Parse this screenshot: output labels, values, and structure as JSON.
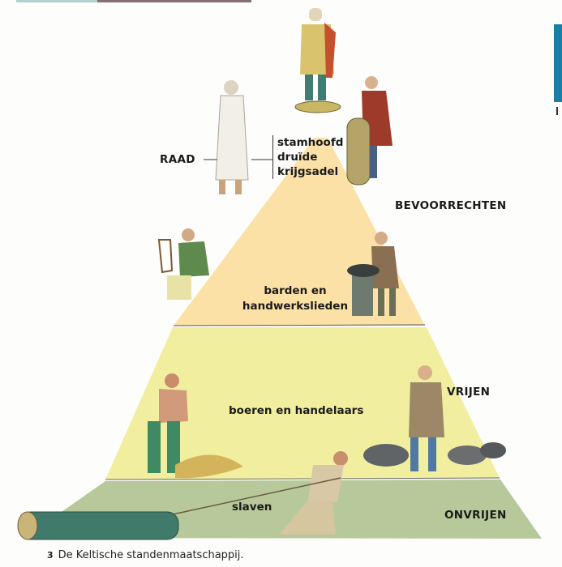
{
  "figure": {
    "number": "3",
    "caption": "De Keltische standenmaatschappij."
  },
  "council": {
    "label": "RAAD",
    "members": [
      "stamhoofd",
      "druïde",
      "krijgsadel"
    ]
  },
  "tiers": [
    {
      "group": "BEVOORRECHTEN",
      "description": "barden en handwerkslieden",
      "description_lines": [
        "barden en",
        "handwerkslieden"
      ],
      "color": "#fbe1a6"
    },
    {
      "group": "VRIJEN",
      "description": "boeren en handelaars",
      "color": "#f1ef9f"
    },
    {
      "group": "ONVRIJEN",
      "description": "slaven",
      "color": "#b7c99a"
    }
  ],
  "colors": {
    "top_tier": "#fbe1a6",
    "middle_tier": "#f1ef9f",
    "bottom_tier": "#b7c99a",
    "cover_accent": "#1a7fa6"
  },
  "figures": [
    "chieftain-on-shield",
    "druid",
    "warrior-with-shield",
    "bard-with-harp",
    "smith-at-anvil",
    "farmer-with-hay",
    "trader-with-pigs",
    "slave-pulling-log"
  ]
}
